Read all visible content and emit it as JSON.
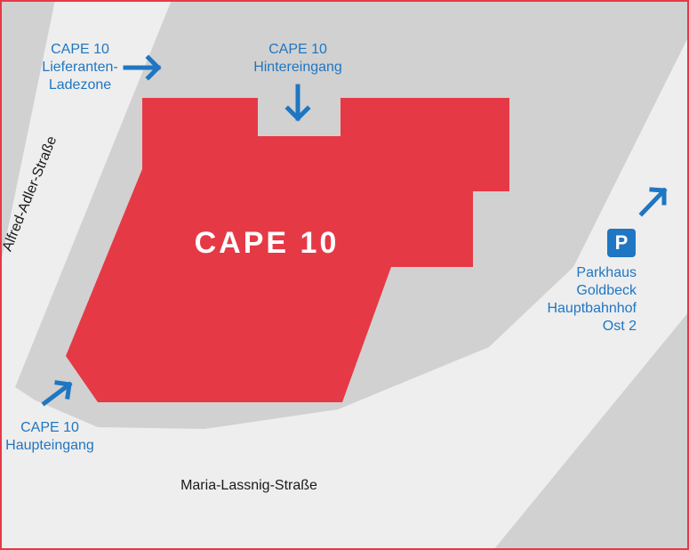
{
  "colors": {
    "building": "#e63946",
    "ground": "#d1d1d1",
    "road": "#eeeeee",
    "label_blue": "#1f76c2",
    "frame": "#e63946"
  },
  "building": {
    "name": "CAPE 10"
  },
  "labels": {
    "ladezone": [
      "CAPE 10",
      "Lieferanten-",
      "Ladezone"
    ],
    "hintereingang": [
      "CAPE 10",
      "Hintereingang"
    ],
    "haupteingang": [
      "CAPE 10",
      "Haupteingang"
    ],
    "parkhaus": [
      "Parkhaus",
      "Goldbeck",
      "Hauptbahnhof",
      "Ost 2"
    ]
  },
  "parking": {
    "symbol": "P",
    "icon": "parking-icon"
  },
  "streets": {
    "bottom": "Maria-Lassnig-Straße",
    "left": "Alfred-Adler-Straße"
  },
  "arrows": [
    {
      "name": "ladezone-arrow-icon",
      "direction": "right"
    },
    {
      "name": "hintereingang-arrow-icon",
      "direction": "down"
    },
    {
      "name": "haupteingang-arrow-icon",
      "direction": "up-right"
    },
    {
      "name": "parkhaus-arrow-icon",
      "direction": "up-right"
    }
  ]
}
